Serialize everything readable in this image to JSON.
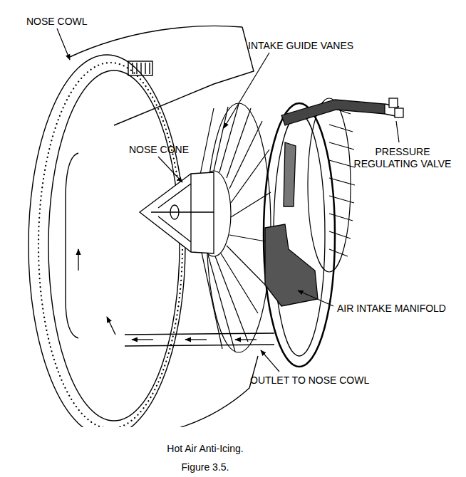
{
  "diagram": {
    "caption": "Hot Air Anti-Icing. Figure 3.5.",
    "labels": [
      "NOSE COWL",
      "INTAKE GUIDE VANES",
      "NOSE CONE",
      "PRESSURE REGULATING VALVE",
      "AIR INTAKE MANIFOLD",
      "OUTLET TO NOSE COWL"
    ]
  }
}
